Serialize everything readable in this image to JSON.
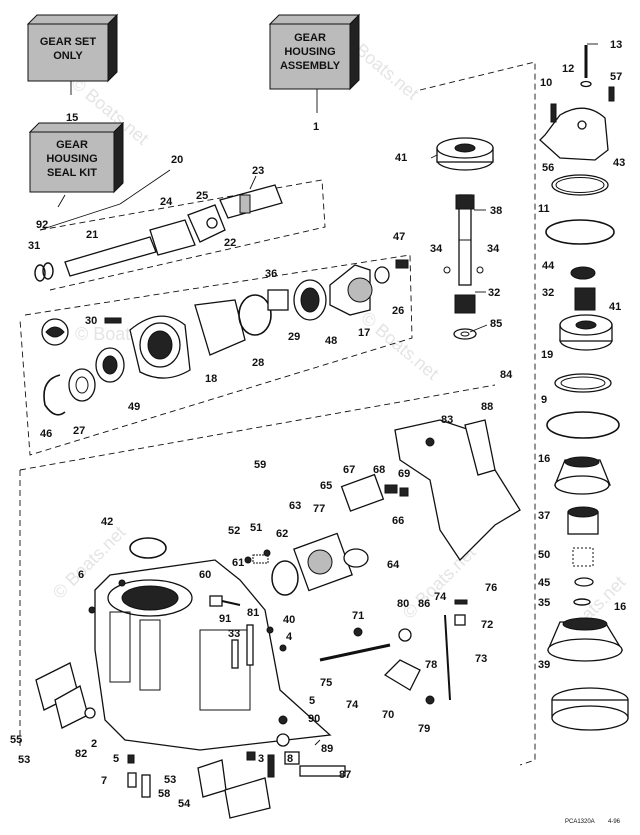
{
  "boxes": {
    "gear_set": [
      "GEAR SET",
      "ONLY"
    ],
    "gear_housing_assembly": [
      "GEAR",
      "HOUSING",
      "ASSEMBLY"
    ],
    "seal_kit": [
      "GEAR",
      "HOUSING",
      "SEAL KIT"
    ]
  },
  "callouts": {
    "n15": "15",
    "n1": "1",
    "n92": "92",
    "n20": "20",
    "n23": "23",
    "n24": "24",
    "n25": "25",
    "n21": "21",
    "n22": "22",
    "n31": "31",
    "n13": "13",
    "n12": "12",
    "n10": "10",
    "n57": "57",
    "n56": "56",
    "n43": "43",
    "n11": "11",
    "n44": "44",
    "n32b": "32",
    "n41b": "41",
    "n19": "19",
    "n9": "9",
    "n16a": "16",
    "n37": "37",
    "n50": "50",
    "n45": "45",
    "n35": "35",
    "n16b": "16",
    "n39": "39",
    "n41a": "41",
    "n38": "38",
    "n34a": "34",
    "n34b": "34",
    "n47": "47",
    "n32a": "32",
    "n85": "85",
    "n36": "36",
    "n29": "29",
    "n48": "48",
    "n17": "17",
    "n26": "26",
    "n28": "28",
    "n18": "18",
    "n30": "30",
    "n49": "49",
    "n27": "27",
    "n46": "46",
    "n84": "84",
    "n83": "83",
    "n88": "88",
    "n59": "59",
    "n67": "67",
    "n68": "68",
    "n69": "69",
    "n65": "65",
    "n66": "66",
    "n77": "77",
    "n42": "42",
    "n63": "63",
    "n52": "52",
    "n51": "51",
    "n62": "62",
    "n61": "61",
    "n64": "64",
    "n6": "6",
    "n60": "60",
    "n91": "91",
    "n33": "33",
    "n81": "81",
    "n40": "40",
    "n4": "4",
    "n80": "80",
    "n86": "86",
    "n74a": "74",
    "n76": "76",
    "n72": "72",
    "n71": "71",
    "n73": "73",
    "n78": "78",
    "n75": "75",
    "n74b": "74",
    "n70": "70",
    "n79": "79",
    "n55": "55",
    "n53a": "53",
    "n82": "82",
    "n2": "2",
    "n5a": "5",
    "n90": "90",
    "n89": "89",
    "n5b": "5",
    "n3": "3",
    "n8": "8",
    "n7": "7",
    "n58": "58",
    "n53b": "53",
    "n87": "87",
    "n54": "54"
  },
  "footer": {
    "code": "PCA1320A",
    "date": "4-96"
  },
  "watermarks": [
    "© Boats.net",
    "© Boats.net",
    "© Boats.net",
    "© Boats.net",
    "© Boats.net",
    "© Boats.net",
    "© Boats.net"
  ],
  "icons": {
    "logo": "boats-net-logo-icon"
  }
}
